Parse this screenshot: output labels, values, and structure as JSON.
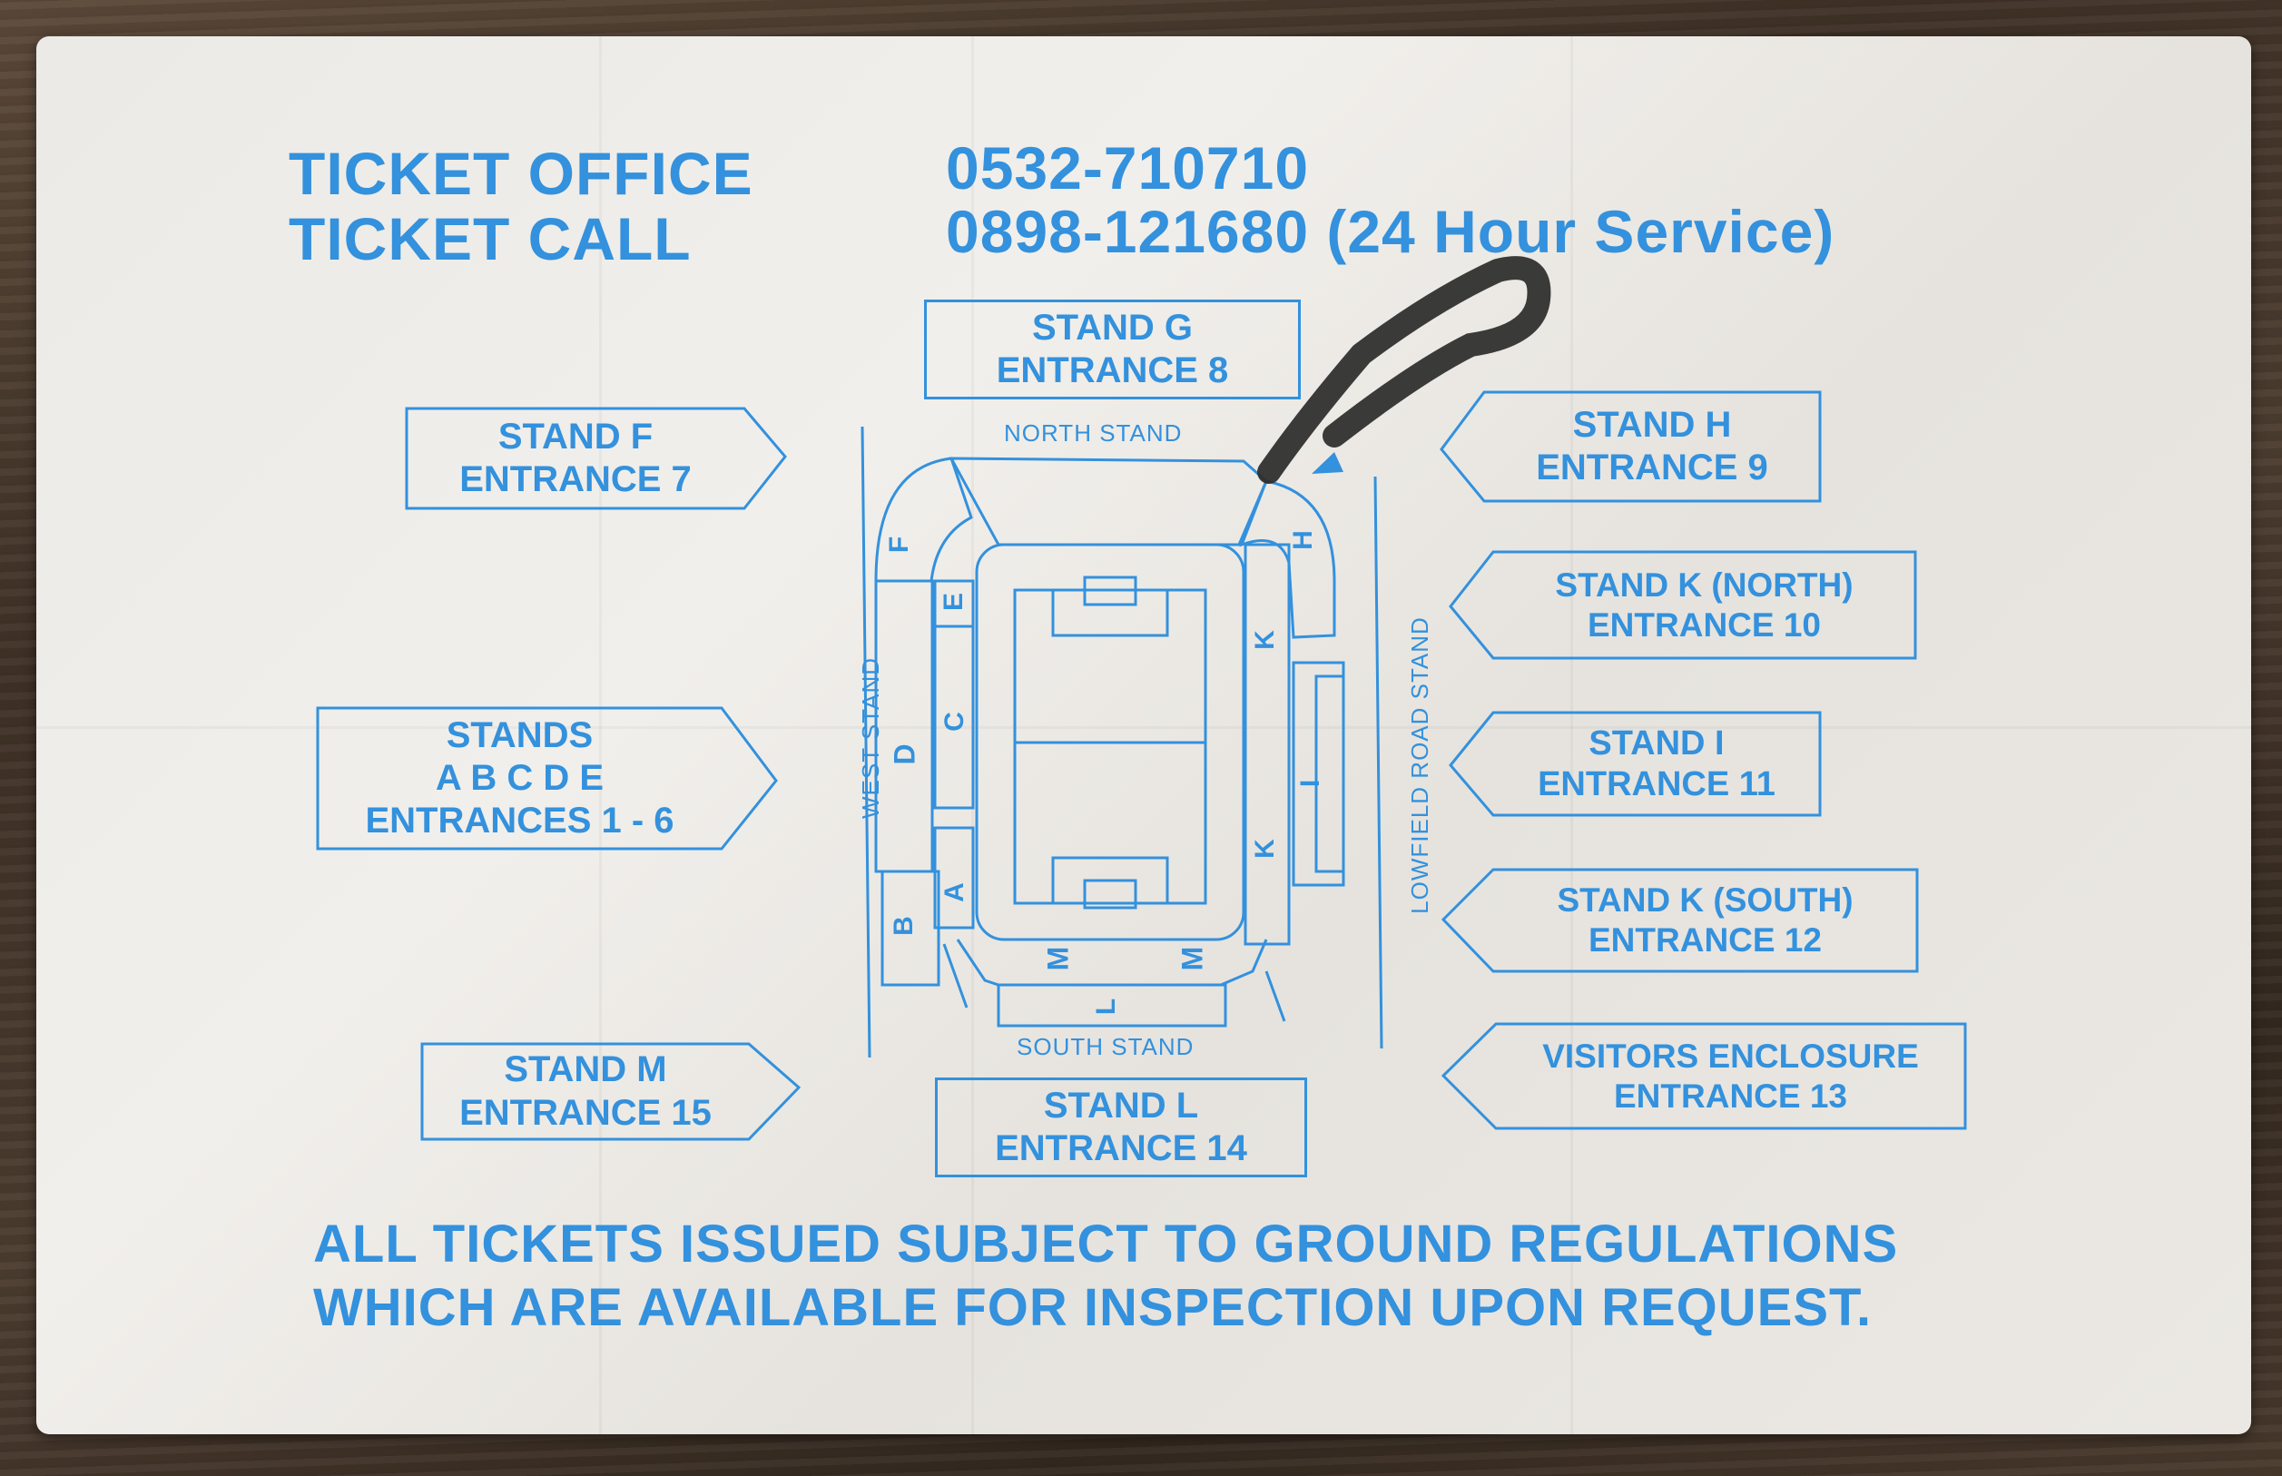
{
  "header": {
    "office_label": "TICKET OFFICE",
    "office_number": "0532-710710",
    "call_label": "TICKET CALL",
    "call_number": "0898-121680 (24 Hour Service)"
  },
  "stand_names": {
    "north": "NORTH STAND",
    "south": "SOUTH STAND",
    "west": "WEST STAND",
    "east": "LOWFIELD ROAD STAND"
  },
  "section_letters": {
    "f": "F",
    "e": "E",
    "d": "D",
    "c": "C",
    "b": "B",
    "a": "A",
    "h": "H",
    "k_upper": "K",
    "i": "I",
    "k_lower": "K",
    "m_left": "M",
    "m_right": "M",
    "l": "L"
  },
  "entrances": {
    "stand_g": [
      "STAND G",
      "ENTRANCE 8"
    ],
    "stand_f": [
      "STAND F",
      "ENTRANCE 7"
    ],
    "stands_abcde": [
      "STANDS",
      "A B C D E",
      "ENTRANCES 1 - 6"
    ],
    "stand_m": [
      "STAND M",
      "ENTRANCE 15"
    ],
    "stand_l": [
      "STAND L",
      "ENTRANCE 14"
    ],
    "stand_h": [
      "STAND H",
      "ENTRANCE 9"
    ],
    "stand_k_north": [
      "STAND K (NORTH)",
      "ENTRANCE 10"
    ],
    "stand_i": [
      "STAND I",
      "ENTRANCE 11"
    ],
    "stand_k_south": [
      "STAND K (SOUTH)",
      "ENTRANCE 12"
    ],
    "visitors": [
      "VISITORS ENCLOSURE",
      "ENTRANCE 13"
    ]
  },
  "footer": {
    "line1": "ALL TICKETS ISSUED SUBJECT TO GROUND REGULATIONS",
    "line2": "WHICH ARE AVAILABLE FOR INSPECTION UPON REQUEST."
  },
  "colors": {
    "print_blue": "#3391dd",
    "paper": "#eceae6",
    "marker": "#2a2a2a"
  }
}
